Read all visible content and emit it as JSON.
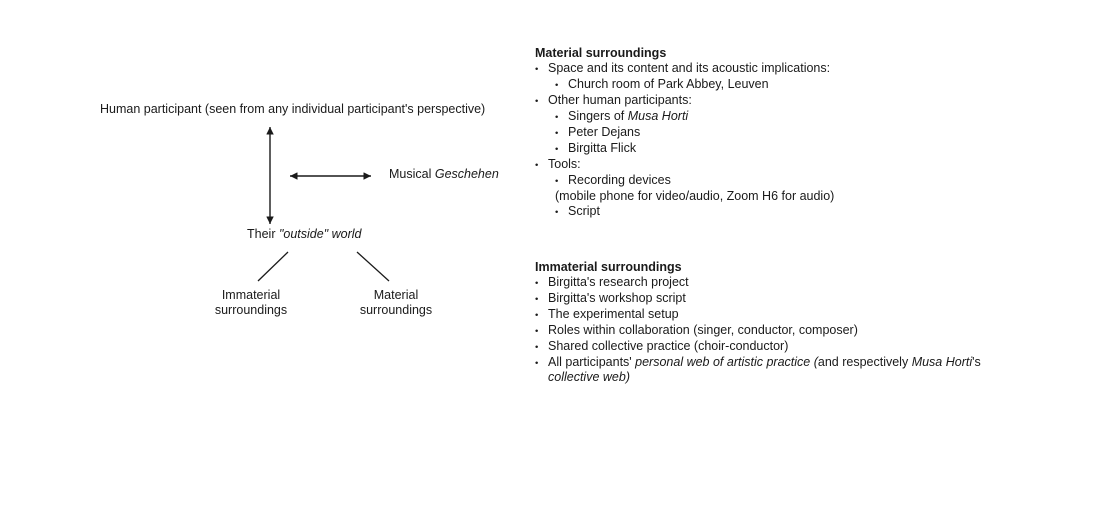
{
  "colors": {
    "background": "#ffffff",
    "text": "#1a1a1a"
  },
  "diagram": {
    "human_participant": "Human participant (seen from any individual participant's perspective)",
    "musical": {
      "regular": "Musical ",
      "italic": "Geschehen"
    },
    "outside": {
      "regular": "Their ",
      "italic": "\"outside\" world"
    },
    "immaterial_label": "Immaterial surroundings",
    "material_label": "Material surroundings"
  },
  "sections": [
    {
      "heading": "Material surroundings",
      "items": [
        {
          "level": 1,
          "bullet": true,
          "parts": [
            {
              "t": "Space and its content and its acoustic implications:"
            }
          ]
        },
        {
          "level": 2,
          "bullet": true,
          "parts": [
            {
              "t": "Church room of Park Abbey, Leuven"
            }
          ]
        },
        {
          "level": 1,
          "bullet": true,
          "parts": [
            {
              "t": "Other human participants:"
            }
          ]
        },
        {
          "level": 2,
          "bullet": true,
          "parts": [
            {
              "t": "Singers of "
            },
            {
              "t": "Musa Horti",
              "i": true
            }
          ]
        },
        {
          "level": 2,
          "bullet": true,
          "parts": [
            {
              "t": "Peter Dejans"
            }
          ]
        },
        {
          "level": 2,
          "bullet": true,
          "parts": [
            {
              "t": "Birgitta Flick"
            }
          ]
        },
        {
          "level": 1,
          "bullet": true,
          "parts": [
            {
              "t": "Tools:"
            }
          ]
        },
        {
          "level": 2,
          "bullet": true,
          "parts": [
            {
              "t": "Recording devices"
            }
          ]
        },
        {
          "level": 2,
          "bullet": false,
          "parts": [
            {
              "t": "(mobile phone for video/audio, Zoom H6 for audio)"
            }
          ]
        },
        {
          "level": 2,
          "bullet": true,
          "parts": [
            {
              "t": "Script"
            }
          ]
        }
      ]
    },
    {
      "heading": "Immaterial surroundings",
      "items": [
        {
          "level": 1,
          "bullet": true,
          "parts": [
            {
              "t": "Birgitta's research project"
            }
          ]
        },
        {
          "level": 1,
          "bullet": true,
          "parts": [
            {
              "t": "Birgitta's workshop script"
            }
          ]
        },
        {
          "level": 1,
          "bullet": true,
          "parts": [
            {
              "t": "The experimental setup"
            }
          ]
        },
        {
          "level": 1,
          "bullet": true,
          "parts": [
            {
              "t": "Roles within collaboration (singer, conductor, composer)"
            }
          ]
        },
        {
          "level": 1,
          "bullet": true,
          "parts": [
            {
              "t": "Shared collective practice (choir-conductor)"
            }
          ]
        },
        {
          "level": 1,
          "bullet": true,
          "parts": [
            {
              "t": "All participants' "
            },
            {
              "t": "personal web of artistic practice (",
              "i": true
            },
            {
              "t": "and respectively "
            },
            {
              "t": "Musa Horti",
              "i": true
            },
            {
              "t": "'s "
            },
            {
              "t": "collective web)",
              "i": true,
              "br": true
            }
          ]
        }
      ]
    }
  ]
}
